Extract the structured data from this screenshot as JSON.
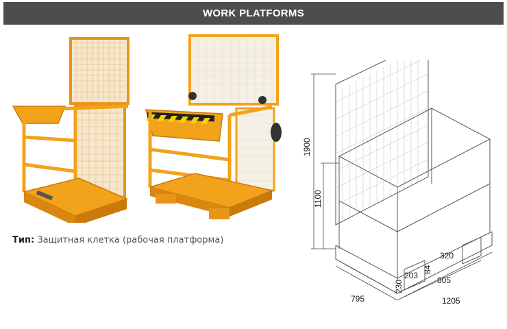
{
  "header": {
    "title": "WORK PLATFORMS"
  },
  "caption": {
    "label": "Тип:",
    "text": "Защитная клетка (рабочая платформа)"
  },
  "colors": {
    "banner": "#4d4d4d",
    "cage": "#f2a21b",
    "cage_dark": "#c97a0a"
  },
  "icons": [
    "photo-cage-raised-gate",
    "photo-cage-hazard-stripes",
    "technical-drawing"
  ],
  "dimensions": {
    "height_total": "1900",
    "height_rail": "1100",
    "depth": "795",
    "width": "1205",
    "fork_pocket_spacing": "805",
    "fork_pocket_offset": "320",
    "fork_pocket_width": "203",
    "fork_pocket_height": "84",
    "base_height": "230"
  }
}
